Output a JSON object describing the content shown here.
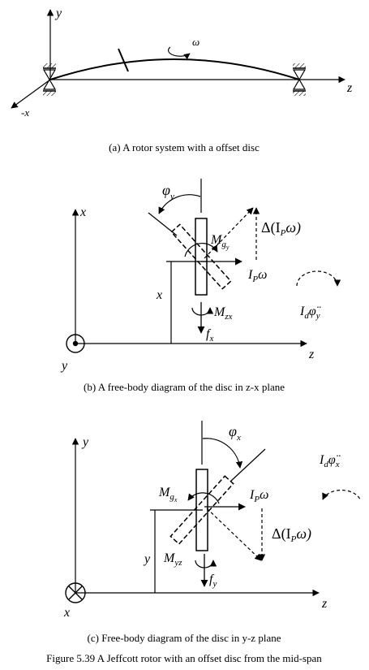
{
  "panel_a": {
    "caption": "(a)  A rotor system with a offset disc",
    "axis_y": "y",
    "axis_z": "z",
    "axis_neg_x": "-x",
    "omega": "ω"
  },
  "panel_b": {
    "caption": "(b) A free-body diagram of the disc in z-x plane",
    "axis_x": "x",
    "axis_z": "z",
    "axis_y_out": "y",
    "dist_x": "x",
    "phi": "φ",
    "phi_sub": "y",
    "mg_base": "M",
    "mg_sub": "g",
    "mg_subsub": "y",
    "delta": "Δ(I",
    "delta_sub": "P",
    "delta_end": "ω)",
    "ip_base": "I",
    "ip_sub": "P",
    "ip_end": "ω",
    "mz_base": "M",
    "mz_sub": "zx",
    "f_base": "f",
    "f_sub": "x",
    "id_base": "I",
    "id_sub": "d",
    "id_phi": "φ̈",
    "id_phi_sub": "y"
  },
  "panel_c": {
    "caption": "(c) Free-body diagram of the disc in y-z plane",
    "axis_y": "y",
    "axis_z": "z",
    "axis_x_in": "x",
    "dist_y": "y",
    "phi": "φ",
    "phi_sub": "x",
    "mg_base": "M",
    "mg_sub": "g",
    "mg_subsub": "x",
    "delta": "Δ(I",
    "delta_sub": "P",
    "delta_end": "ω)",
    "ip_base": "I",
    "ip_sub": "P",
    "ip_end": "ω",
    "my_base": "M",
    "my_sub": "yz",
    "f_base": "f",
    "f_sub": "y",
    "id_base": "I",
    "id_sub": "d",
    "id_phi": "φ̈",
    "id_phi_sub": "x"
  },
  "figure_caption": "Figure 5.39 A Jeffcott rotor with an offset disc from the mid-span"
}
